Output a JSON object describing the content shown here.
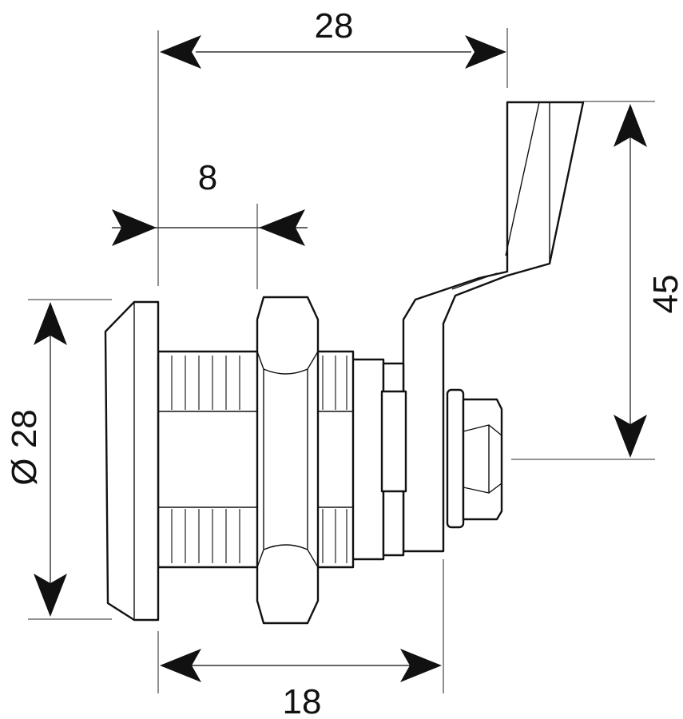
{
  "dimensions": {
    "overall_width": "28",
    "offset": "8",
    "lever_height": "45",
    "diameter": "Ø 28",
    "body_length": "18"
  },
  "colors": {
    "line": "#111111",
    "background": "#ffffff"
  }
}
